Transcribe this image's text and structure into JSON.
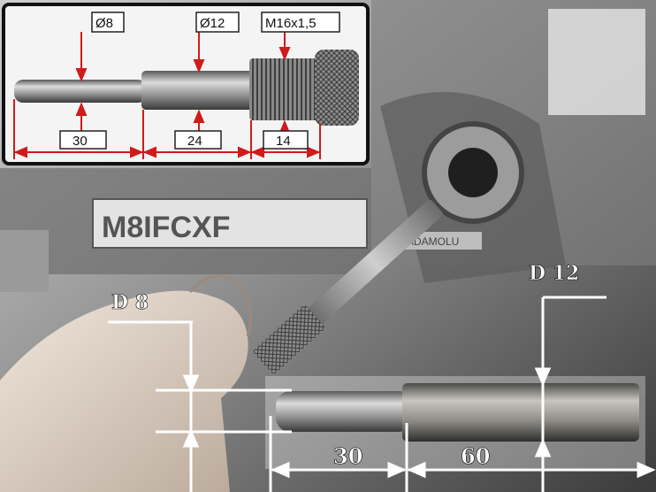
{
  "inset": {
    "dia_small": "Ø8",
    "dia_mid": "Ø12",
    "thread": "M16x1,5",
    "len_a": "30",
    "len_b": "24",
    "len_c": "14"
  },
  "photo": {
    "label_d8": "D 8",
    "label_d12": "D 12",
    "len_30": "30",
    "len_60": "60",
    "plate_text": "M8IFCXF",
    "sticker_text": "ADAMOLU"
  },
  "colors": {
    "dimension_red": "#d11a1a",
    "inset_border": "#111111",
    "white_lines": "#ffffff"
  }
}
